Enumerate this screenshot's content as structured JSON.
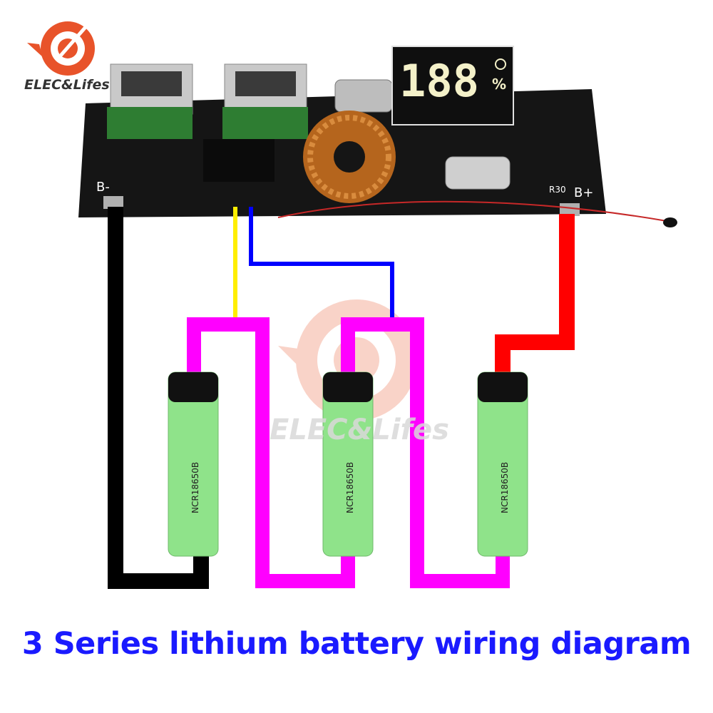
{
  "brand": {
    "name": "ELEC&Lifes",
    "logo_color": "#e8532a"
  },
  "watermark": {
    "text": "ELEC&Lifes"
  },
  "board": {
    "display": {
      "digits": "188",
      "unit": "%"
    },
    "labels": {
      "b_minus": "B-",
      "b_plus": "B+",
      "r30": "R30"
    }
  },
  "batteries": [
    {
      "model": "NCR18650B"
    },
    {
      "model": "NCR18650B"
    },
    {
      "model": "NCR18650B"
    }
  ],
  "wires": {
    "negative": "#000000",
    "positive": "#ff0000",
    "balance_1": "#ffee00",
    "balance_2": "#0000ff",
    "series_link": "#ff00ff"
  },
  "colors": {
    "caption": "#1a1aff",
    "battery_body": "#8fe38a",
    "pcb": "#151515"
  },
  "caption": {
    "text": "3 Series lithium battery wiring diagram"
  }
}
